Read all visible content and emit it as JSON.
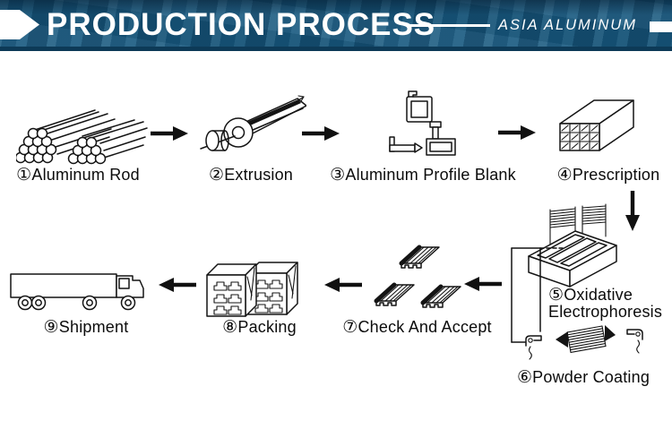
{
  "header": {
    "title": "PRODUCTION PROCESS",
    "brand": "ASIA ALUMINUM"
  },
  "colors": {
    "banner_blue": "#17597f",
    "banner_edge": "#0d3a57",
    "banner_text": "#ffffff",
    "line_art": "#141414",
    "label_text": "#0b0b0b",
    "background": "#ffffff"
  },
  "steps": [
    {
      "num": "①",
      "label": "Aluminum Rod",
      "icon": "aluminum-rod"
    },
    {
      "num": "②",
      "label": "Extrusion",
      "icon": "extrusion"
    },
    {
      "num": "③",
      "label": "Aluminum Profile Blank",
      "icon": "aluminum-profile-blank"
    },
    {
      "num": "④",
      "label": "Prescription",
      "icon": "prescription"
    },
    {
      "num": "⑤",
      "label": "Oxidative Electrophoresis",
      "label_line1": "Oxidative",
      "label_line2": "Electrophoresis",
      "icon": "oxidative-electrophoresis"
    },
    {
      "num": "⑥",
      "label": "Powder Coating",
      "icon": "powder-coating"
    },
    {
      "num": "⑦",
      "label": "Check And Accept",
      "icon": "check-and-accept"
    },
    {
      "num": "⑧",
      "label": "Packing",
      "icon": "packing"
    },
    {
      "num": "⑨",
      "label": "Shipment",
      "icon": "shipment"
    }
  ]
}
